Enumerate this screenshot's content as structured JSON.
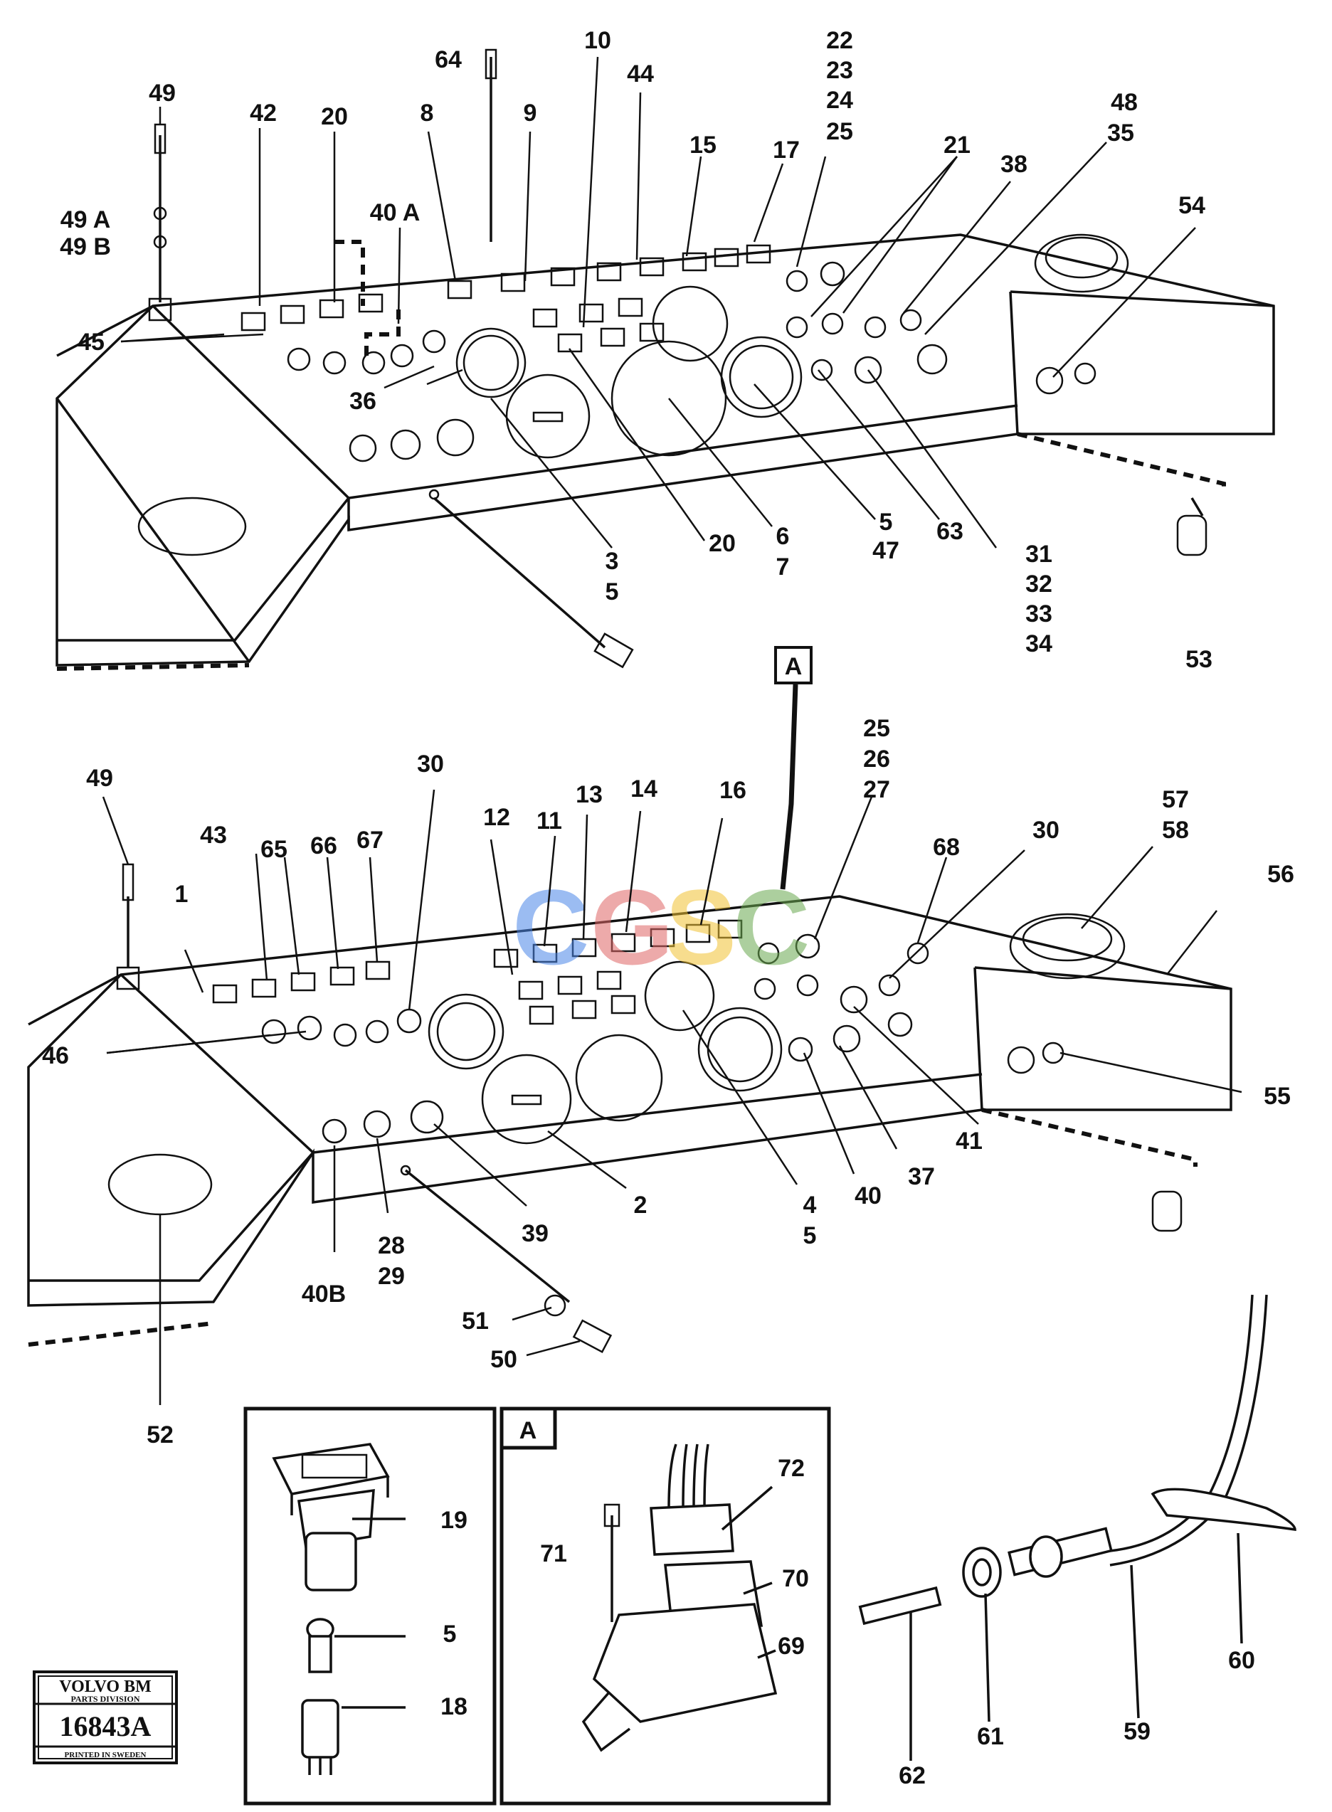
{
  "callouts": {
    "top": [
      "49",
      "49 A",
      "49 B",
      "42",
      "20",
      "45",
      "64",
      "8",
      "40 A",
      "36",
      "9",
      "10",
      "44",
      "15",
      "17",
      "22",
      "23",
      "24",
      "25",
      "21",
      "48",
      "35",
      "38",
      "54",
      "3",
      "5",
      "20",
      "6",
      "7",
      "5",
      "47",
      "63",
      "31",
      "32",
      "33",
      "34",
      "53"
    ],
    "bottom": [
      "49",
      "1",
      "43",
      "65",
      "66",
      "67",
      "30",
      "12",
      "11",
      "13",
      "14",
      "16",
      "25",
      "26",
      "27",
      "68",
      "30",
      "57",
      "58",
      "56",
      "46",
      "55",
      "41",
      "40",
      "37",
      "4",
      "5",
      "2",
      "39",
      "28",
      "29",
      "40B",
      "51",
      "50",
      "52"
    ],
    "detail_left": [
      "19",
      "5",
      "18"
    ],
    "detail_a": [
      "72",
      "71",
      "70",
      "69"
    ],
    "cable": [
      "60",
      "59",
      "62",
      "61"
    ]
  },
  "view_marker": "A",
  "detail_a_title": "A",
  "watermark": [
    "C",
    "G",
    "S",
    "C"
  ],
  "watermark_colors": [
    "#4a86e8",
    "#e06666",
    "#f1c232",
    "#6aa84f"
  ],
  "logo": {
    "brand": "VOLVO BM",
    "division": "PARTS DIVISION",
    "number": "16843A",
    "printed": "PRINTED IN SWEDEN"
  }
}
